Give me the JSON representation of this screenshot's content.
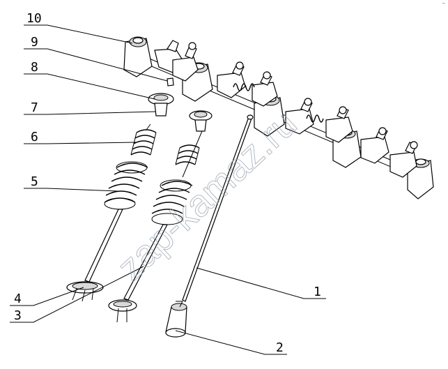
{
  "diagram": {
    "callouts": [
      {
        "label": "10"
      },
      {
        "label": "9"
      },
      {
        "label": "8"
      },
      {
        "label": "7"
      },
      {
        "label": "6"
      },
      {
        "label": "5"
      },
      {
        "label": "4"
      },
      {
        "label": "3"
      },
      {
        "label": "1"
      },
      {
        "label": "2"
      }
    ],
    "watermark": "zap-kamaz.ru",
    "corner_mark": "–",
    "colors": {
      "line": "#000000",
      "watermark": "#9aa4b0",
      "corner_mark": "#3b5fbf"
    }
  }
}
